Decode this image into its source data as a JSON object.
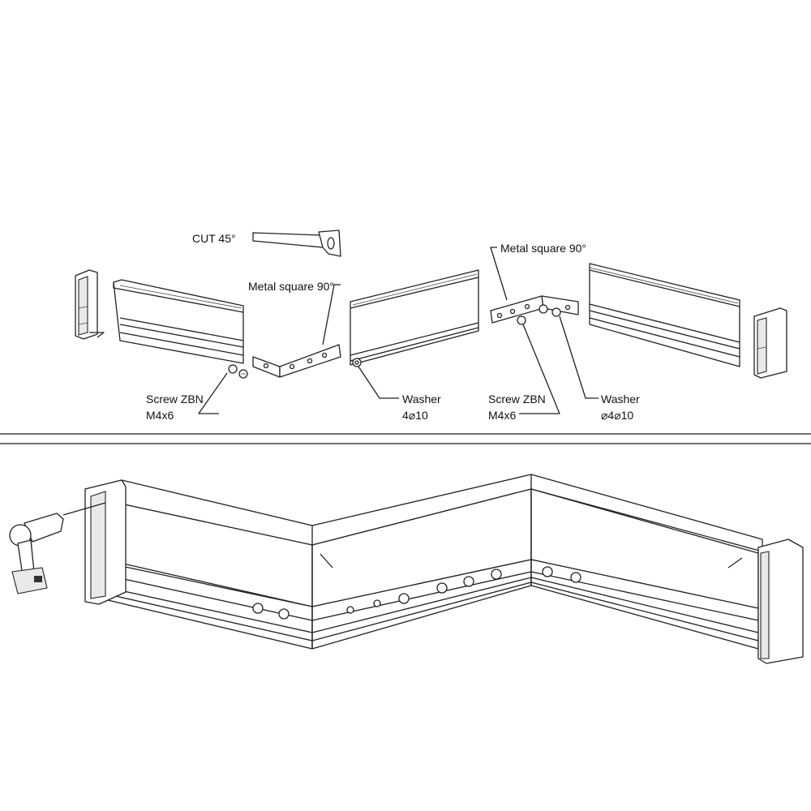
{
  "labels": {
    "cut": "CUT 45°",
    "metal_square_left": "Metal square 90°",
    "metal_square_right": "Metal square 90°",
    "screw_left_line1": "Screw ZBN",
    "screw_left_line2": "M4x6",
    "washer_left_line1": "Washer",
    "washer_left_line2": "4⌀10",
    "screw_right_line1": "Screw ZBN",
    "screw_right_line2": "M4x6",
    "washer_right_line1": "Washer",
    "washer_right_line2": "⌀4⌀10"
  },
  "icons": [
    "saw-icon",
    "drill-icon",
    "screw-icon",
    "washer-icon"
  ]
}
